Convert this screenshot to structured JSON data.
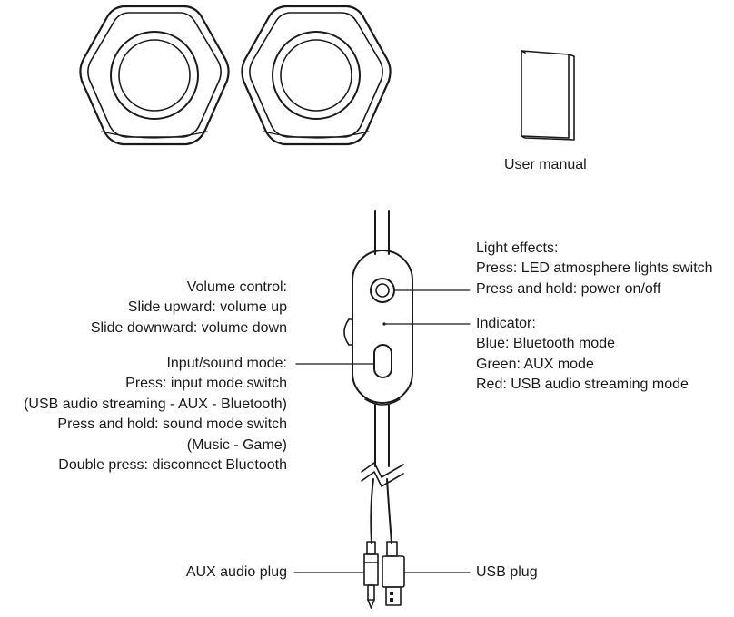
{
  "manual_label": "User manual",
  "volume_control": {
    "title": "Volume control:",
    "lines": [
      "Slide upward: volume up",
      "Slide downward: volume down"
    ]
  },
  "input_sound_mode": {
    "title": "Input/sound mode:",
    "lines": [
      "Press: input mode switch",
      "(USB audio streaming - AUX - Bluetooth)",
      "Press and hold: sound mode switch",
      "(Music - Game)",
      "Double press: disconnect Bluetooth"
    ]
  },
  "light_effects": {
    "title": "Light effects:",
    "lines": [
      "Press: LED atmosphere lights switch",
      "Press and hold: power on/off"
    ]
  },
  "indicator": {
    "title": "Indicator:",
    "lines": [
      "Blue: Bluetooth mode",
      "Green: AUX mode",
      "Red: USB audio streaming mode"
    ]
  },
  "aux_plug_label": "AUX audio plug",
  "usb_plug_label": "USB plug"
}
